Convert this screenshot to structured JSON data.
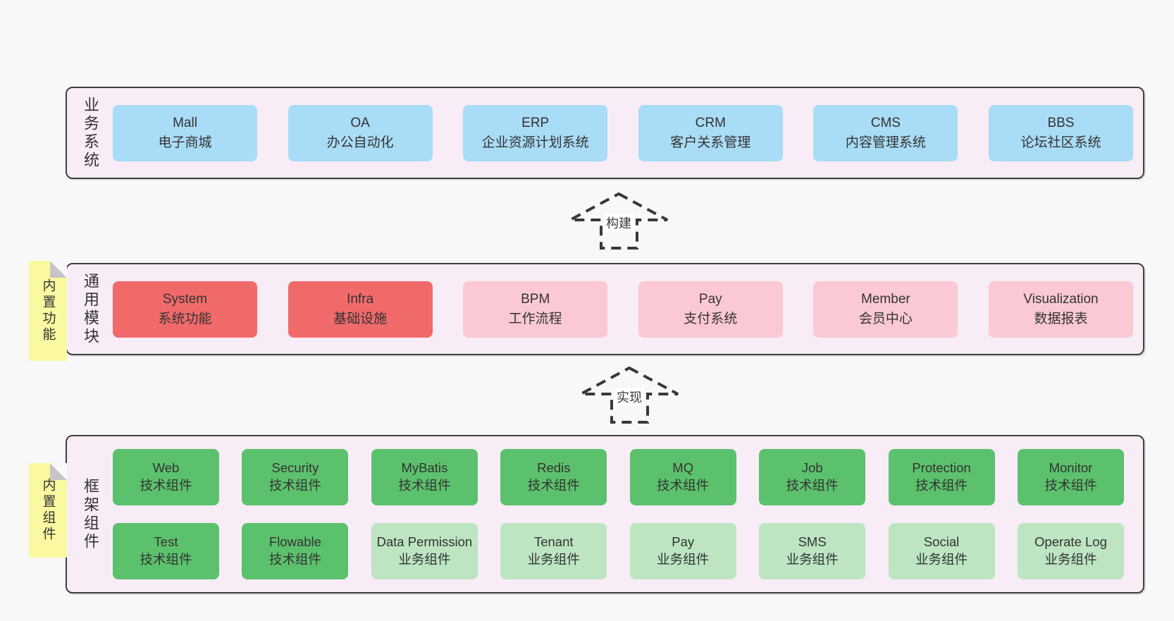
{
  "diagram": {
    "bands": {
      "business": {
        "label": "业务系统",
        "boxes": [
          {
            "en": "Mall",
            "zh": "电子商城",
            "variant": "blue"
          },
          {
            "en": "OA",
            "zh": "办公自动化",
            "variant": "blue"
          },
          {
            "en": "ERP",
            "zh": "企业资源计划系统",
            "variant": "blue"
          },
          {
            "en": "CRM",
            "zh": "客户关系管理",
            "variant": "blue"
          },
          {
            "en": "CMS",
            "zh": "内容管理系统",
            "variant": "blue"
          },
          {
            "en": "BBS",
            "zh": "论坛社区系统",
            "variant": "blue"
          }
        ]
      },
      "modules": {
        "label": "通用模块",
        "sticky": "内置功能",
        "boxes": [
          {
            "en": "System",
            "zh": "系统功能",
            "variant": "red"
          },
          {
            "en": "Infra",
            "zh": "基础设施",
            "variant": "red"
          },
          {
            "en": "BPM",
            "zh": "工作流程",
            "variant": "pink"
          },
          {
            "en": "Pay",
            "zh": "支付系统",
            "variant": "pink"
          },
          {
            "en": "Member",
            "zh": "会员中心",
            "variant": "pink"
          },
          {
            "en": "Visualization",
            "zh": "数据报表",
            "variant": "pink"
          }
        ]
      },
      "framework": {
        "label": "框架组件",
        "sticky": "内置组件",
        "row1": [
          {
            "en": "Web",
            "zh": "技术组件",
            "variant": "green"
          },
          {
            "en": "Security",
            "zh": "技术组件",
            "variant": "green"
          },
          {
            "en": "MyBatis",
            "zh": "技术组件",
            "variant": "green"
          },
          {
            "en": "Redis",
            "zh": "技术组件",
            "variant": "green"
          },
          {
            "en": "MQ",
            "zh": "技术组件",
            "variant": "green"
          },
          {
            "en": "Job",
            "zh": "技术组件",
            "variant": "green"
          },
          {
            "en": "Protection",
            "zh": "技术组件",
            "variant": "green"
          },
          {
            "en": "Monitor",
            "zh": "技术组件",
            "variant": "green"
          }
        ],
        "row2": [
          {
            "en": "Test",
            "zh": "技术组件",
            "variant": "green"
          },
          {
            "en": "Flowable",
            "zh": "技术组件",
            "variant": "green"
          },
          {
            "en": "Data Permission",
            "zh": "业务组件",
            "variant": "light-green"
          },
          {
            "en": "Tenant",
            "zh": "业务组件",
            "variant": "light-green"
          },
          {
            "en": "Pay",
            "zh": "业务组件",
            "variant": "light-green"
          },
          {
            "en": "SMS",
            "zh": "业务组件",
            "variant": "light-green"
          },
          {
            "en": "Social",
            "zh": "业务组件",
            "variant": "light-green"
          },
          {
            "en": "Operate Log",
            "zh": "业务组件",
            "variant": "light-green"
          }
        ]
      }
    },
    "arrows": [
      {
        "label": "构建"
      },
      {
        "label": "实现"
      }
    ],
    "colors": {
      "page_bg": "#f8f8f8",
      "band_bg": "#f8ecf6",
      "band_border": "#3f3f3f",
      "blue_box": "#a9dcf6",
      "red_box": "#f16a6a",
      "pink_box": "#fbc9d3",
      "green_box": "#5cc16c",
      "light_green_box": "#bde5c2",
      "sticky_bg": "#faf9a1",
      "text": "#333333"
    }
  }
}
